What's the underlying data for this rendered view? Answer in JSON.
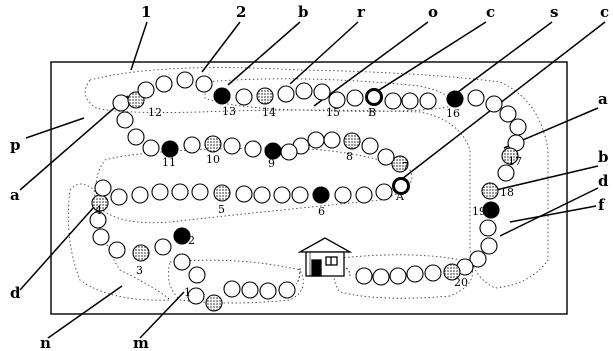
{
  "callouts": {
    "1": "1",
    "2": "2",
    "b_top": "b",
    "r": "r",
    "o": "o",
    "c_top1": "c",
    "s": "s",
    "c_top2": "c",
    "a_right": "a",
    "b_right": "b",
    "d_right": "d",
    "f": "f",
    "p": "p",
    "a_left": "a",
    "d_left": "d",
    "n": "n",
    "m": "m"
  },
  "board_numbers": {
    "1": "1",
    "2": "2",
    "3": "3",
    "4": "4",
    "5": "5",
    "6": "6",
    "7": "7",
    "8": "8",
    "9": "9",
    "10": "10",
    "11": "11",
    "12": "12",
    "13": "13",
    "14": "14",
    "15": "15",
    "16": "16",
    "17": "17",
    "18": "18",
    "19": "19",
    "20": "20"
  },
  "markers": {
    "A": "A",
    "B": "B"
  },
  "colors": {
    "ink": "#000000",
    "shaded": "#aaaaaa",
    "paper": "#ffffff"
  }
}
